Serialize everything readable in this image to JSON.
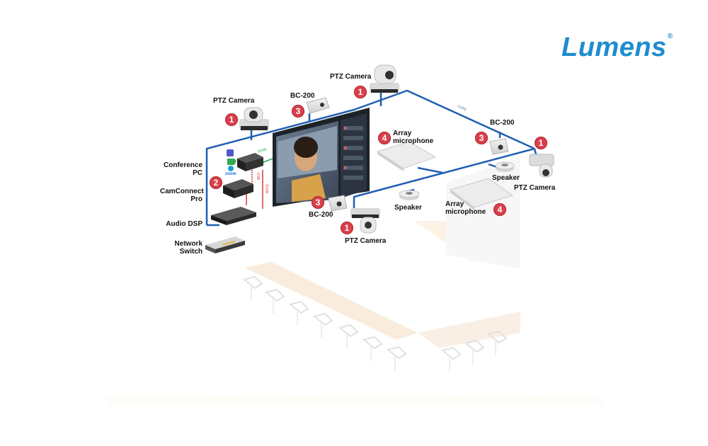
{
  "brand": {
    "name": "Lumens",
    "registered": "®",
    "color": "#1e8cd0"
  },
  "colors": {
    "network_line": "#1f5fb4",
    "badge": "#d9404a",
    "av_line": "#d23a3a",
    "hdmi_line": "#2aa84a"
  },
  "devices": {
    "ptz_camera_left": {
      "label": "PTZ Camera",
      "badge": "1"
    },
    "bc200_left": {
      "label": "BC-200",
      "badge": "3"
    },
    "ptz_camera_top": {
      "label": "PTZ Camera",
      "badge": "1"
    },
    "bc200_right": {
      "label": "BC-200",
      "badge": "3"
    },
    "ptz_camera_right": {
      "label": "PTZ Camera",
      "badge": "1"
    },
    "array_mic_back": {
      "label_line1": "Array",
      "label_line2": "microphone",
      "badge": "4"
    },
    "array_mic_front": {
      "label_line1": "Array",
      "label_line2": "microphone",
      "badge": "4"
    },
    "speaker_right": {
      "label": "Speaker"
    },
    "speaker_center": {
      "label": "Speaker"
    },
    "bc200_center": {
      "label": "BC-200",
      "badge": "3"
    },
    "ptz_camera_center": {
      "label": "PTZ Camera",
      "badge": "1"
    },
    "conference_pc": {
      "label_line1": "Conference",
      "label_line2": "PC"
    },
    "camconnect_pro": {
      "label_line1": "CamConnect",
      "label_line2": "Pro",
      "badge": "2"
    },
    "audio_dsp": {
      "label": "Audio DSP"
    },
    "network_switch": {
      "label_line1": "Network",
      "label_line2": "Switch"
    }
  },
  "apps": {
    "zoom": "zoom"
  },
  "cable_labels": {
    "cat6": "CAT6",
    "hdmi": "HDMI",
    "usb": "USB",
    "dante": "Dante"
  }
}
